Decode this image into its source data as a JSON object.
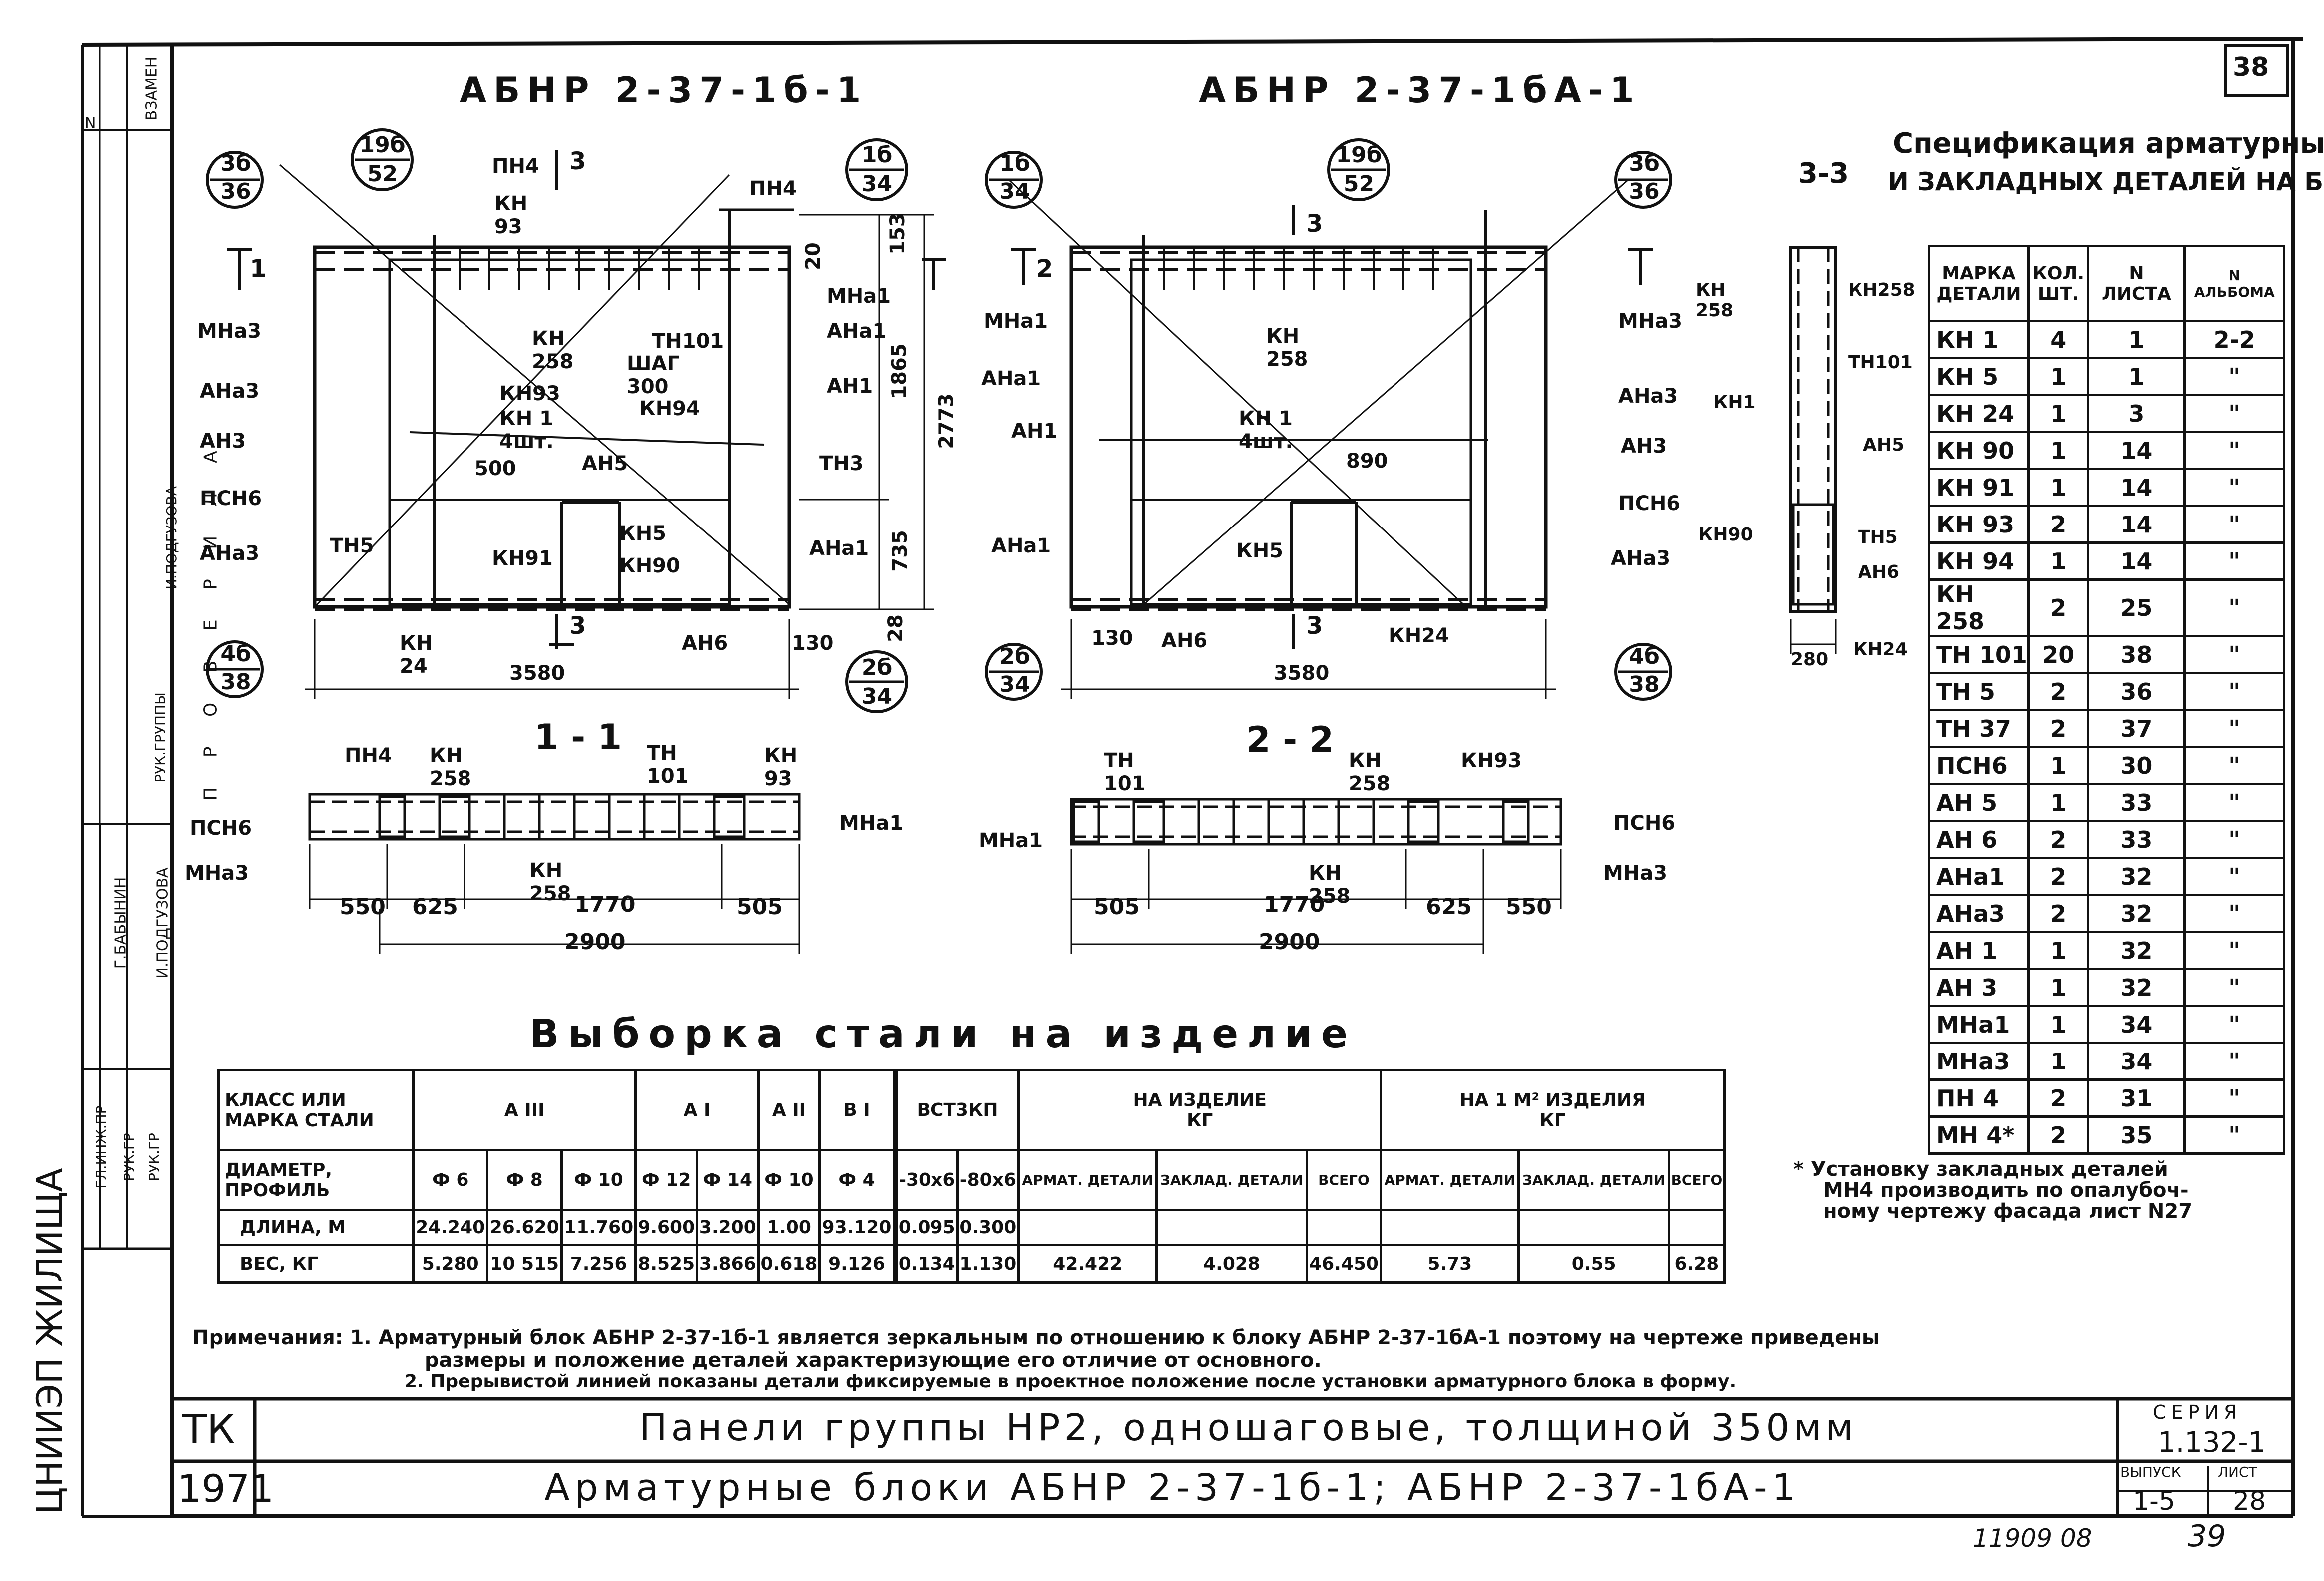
{
  "sheet_number": "38",
  "page_number_bottom": "39",
  "archive_code": "11909 08",
  "margin_stamp": {
    "organization": "ЦНИИЭП ЖИЛИЩА",
    "rows": [
      {
        "role": "ГЛ.ИНЖ.ПР",
        "name": ""
      },
      {
        "role": "РУК.ГР",
        "name": ""
      },
      {
        "role": "РУК.ГР",
        "name": ""
      }
    ],
    "names_right": [
      "Г.БАБЫНИН",
      "И.ПОДГУЗОВА"
    ],
    "check_header": "П Р О В Е Р И Л А",
    "check_name": "И.ПОДГУЗОВА",
    "check_role": "РУК.ГРУППЫ",
    "top_labels": [
      "ВЗАМЕН",
      "N"
    ]
  },
  "titles": {
    "left_block": "АБНР 2-37-1б-1",
    "right_block": "АБНР 2-37-1бА-1",
    "section_33": "3-3",
    "section_11": "1 - 1",
    "section_22": "2 - 2"
  },
  "left_drawing": {
    "callouts": [
      {
        "top": "3б",
        "bottom": "36"
      },
      {
        "top": "19б",
        "bottom": "52"
      },
      {
        "top": "1б",
        "bottom": "34"
      },
      {
        "top": "4б",
        "bottom": "38"
      },
      {
        "top": "2б",
        "bottom": "34"
      }
    ],
    "labels": [
      "ПН4",
      "КН 93",
      "ПН4",
      "МНа3",
      "АНа3",
      "АН3",
      "ПСН6",
      "АНа3",
      "ТН5",
      "КН 258",
      "ТН101",
      "ШАГ 300",
      "КН93",
      "КН 1 4шт.",
      "КН94",
      "500",
      "АН5",
      "КН91",
      "КН5",
      "КН90",
      "МНа1",
      "АНа1",
      "АН1",
      "ТН3",
      "АНа1",
      "КН 24",
      "АН6"
    ],
    "section_marks": [
      "3",
      "1",
      "3"
    ],
    "dims": {
      "d153": "153",
      "d20": "20",
      "d1865": "1865",
      "d2773": "2773",
      "d735": "735",
      "d28": "28",
      "d130": "130",
      "d3580": "3580"
    }
  },
  "right_drawing": {
    "callouts": [
      {
        "top": "1б",
        "bottom": "34"
      },
      {
        "top": "19б",
        "bottom": "52"
      },
      {
        "top": "3б",
        "bottom": "36"
      },
      {
        "top": "2б",
        "bottom": "34"
      },
      {
        "top": "4б",
        "bottom": "38"
      }
    ],
    "labels": [
      "МНа1",
      "АНа1",
      "АН1",
      "АНа1",
      "КН 258",
      "КН 1  4шт.",
      "890",
      "КН5",
      "МНа3",
      "АНа3",
      "АН3",
      "ПСН6",
      "АНа3",
      "АН6",
      "КН24"
    ],
    "section_marks": [
      "3",
      "2",
      "3"
    ],
    "dims": {
      "d130": "130",
      "d3580": "3580"
    }
  },
  "section_views": {
    "s11": {
      "labels": [
        "ПН4",
        "КН 258",
        "ТН 101",
        "КН 93",
        "ПСН6",
        "МНа3",
        "КН 258",
        "МНа1"
      ],
      "dims": [
        "550",
        "625",
        "1770",
        "505",
        "2900"
      ]
    },
    "s22": {
      "labels": [
        "ТН 101",
        "КН 258",
        "КН93",
        "МНа1",
        "ПСН6",
        "КН 258",
        "МНа3"
      ],
      "dims": [
        "505",
        "1770",
        "625",
        "550",
        "2900"
      ]
    },
    "s33": {
      "labels": [
        "КН 258",
        "КН258",
        "ТН101",
        "КН1",
        "АН5",
        "КН90",
        "ТН5",
        "АН6",
        "КН24",
        "280"
      ]
    }
  },
  "spec_table": {
    "title_line1": "Спецификация арматурных",
    "title_line2": "и закладных деталей на блок",
    "headers": [
      {
        "l1": "МАРКА",
        "l2": "ДЕТАЛИ"
      },
      {
        "l1": "КОЛ.",
        "l2": "ШТ."
      },
      {
        "l1": "N",
        "l2": "ЛИСТА"
      },
      {
        "l1": "N",
        "l2": "АЛЬБОМА"
      }
    ],
    "rows": [
      [
        "КН 1",
        "4",
        "1",
        "2-2"
      ],
      [
        "КН 5",
        "1",
        "1",
        "\""
      ],
      [
        "КН 24",
        "1",
        "3",
        "\""
      ],
      [
        "КН 90",
        "1",
        "14",
        "\""
      ],
      [
        "КН 91",
        "1",
        "14",
        "\""
      ],
      [
        "КН 93",
        "2",
        "14",
        "\""
      ],
      [
        "КН 94",
        "1",
        "14",
        "\""
      ],
      [
        "КН 258",
        "2",
        "25",
        "\""
      ],
      [
        "ТН 101",
        "20",
        "38",
        "\""
      ],
      [
        "ТН 5",
        "2",
        "36",
        "\""
      ],
      [
        "ТН 37",
        "2",
        "37",
        "\""
      ],
      [
        "ПСН6",
        "1",
        "30",
        "\""
      ],
      [
        "АН 5",
        "1",
        "33",
        "\""
      ],
      [
        "АН 6",
        "2",
        "33",
        "\""
      ],
      [
        "АНа1",
        "2",
        "32",
        "\""
      ],
      [
        "АНа3",
        "2",
        "32",
        "\""
      ],
      [
        "АН 1",
        "1",
        "32",
        "\""
      ],
      [
        "АН 3",
        "1",
        "32",
        "\""
      ],
      [
        "МНа1",
        "1",
        "34",
        "\""
      ],
      [
        "МНа3",
        "1",
        "34",
        "\""
      ],
      [
        "ПН 4",
        "2",
        "31",
        "\""
      ],
      [
        "МН 4*",
        "2",
        "35",
        "\""
      ]
    ],
    "footnote": [
      "* Установку закладных деталей",
      "МН4 производить по опалубоч-",
      "ному чертежу фасада лист N27"
    ]
  },
  "steel_table": {
    "title": "Выборка стали на изделие",
    "row_class_label": [
      "КЛАСС ИЛИ",
      "МАРКА СТАЛИ"
    ],
    "classes": [
      "А III",
      "А I",
      "А II",
      "В I",
      "ВСТ3КП"
    ],
    "on_item": [
      "НА ИЗДЕЛИЕ",
      "КГ"
    ],
    "per_m2": [
      "НА 1 М² ИЗДЕЛИЯ",
      "КГ"
    ],
    "row_diam_label": [
      "ДИАМЕТР,",
      "ПРОФИЛЬ"
    ],
    "diameters": [
      "Ф 6",
      "Ф 8",
      "Ф 10",
      "Ф 12",
      "Ф 14",
      "Ф 10",
      "Ф 4",
      "",
      "-30х6",
      "-80х6"
    ],
    "sub_headers": [
      "АРМАТ. ДЕТАЛИ",
      "ЗАКЛАД. ДЕТАЛИ",
      "ВСЕГО",
      "АРМАТ. ДЕТАЛИ",
      "ЗАКЛАД. ДЕТАЛИ",
      "ВСЕГО"
    ],
    "length_label": "ДЛИНА, М",
    "lengths": [
      "24.240",
      "26.620",
      "11.760",
      "9.600",
      "3.200",
      "1.00",
      "93.120",
      "",
      "0.095",
      "0.300"
    ],
    "weight_label": "ВЕС, КГ",
    "weights": [
      "5.280",
      "10 515",
      "7.256",
      "8.525",
      "3.866",
      "0.618",
      "9.126",
      "",
      "0.134",
      "1.130"
    ],
    "totals": [
      "42.422",
      "4.028",
      "46.450",
      "5.73",
      "0.55",
      "6.28"
    ]
  },
  "notes": [
    "Примечания: 1. Арматурный блок АБНР 2-37-1б-1 является зеркальным по отношению к блоку АБНР 2-37-1бА-1 поэтому на чертеже приведены",
    "размеры и положение деталей характеризующие его отличие от основного.",
    "2. Прерывистой линией показаны детали фиксируемые в проектное положение после установки арматурного блока в форму."
  ],
  "title_block": {
    "tk": "ТК",
    "year": "1971",
    "line1": "Панели группы НР2, одношаговые, толщиной 350мм",
    "line2": "Арматурные блоки АБНР 2-37-1б-1; АБНР 2-37-1бА-1",
    "series_label": "СЕРИЯ",
    "series": "1.132-1",
    "issue_label": "ВЫПУСК",
    "issue": "1-5",
    "sheet_label": "ЛИСТ",
    "sheet": "28"
  }
}
